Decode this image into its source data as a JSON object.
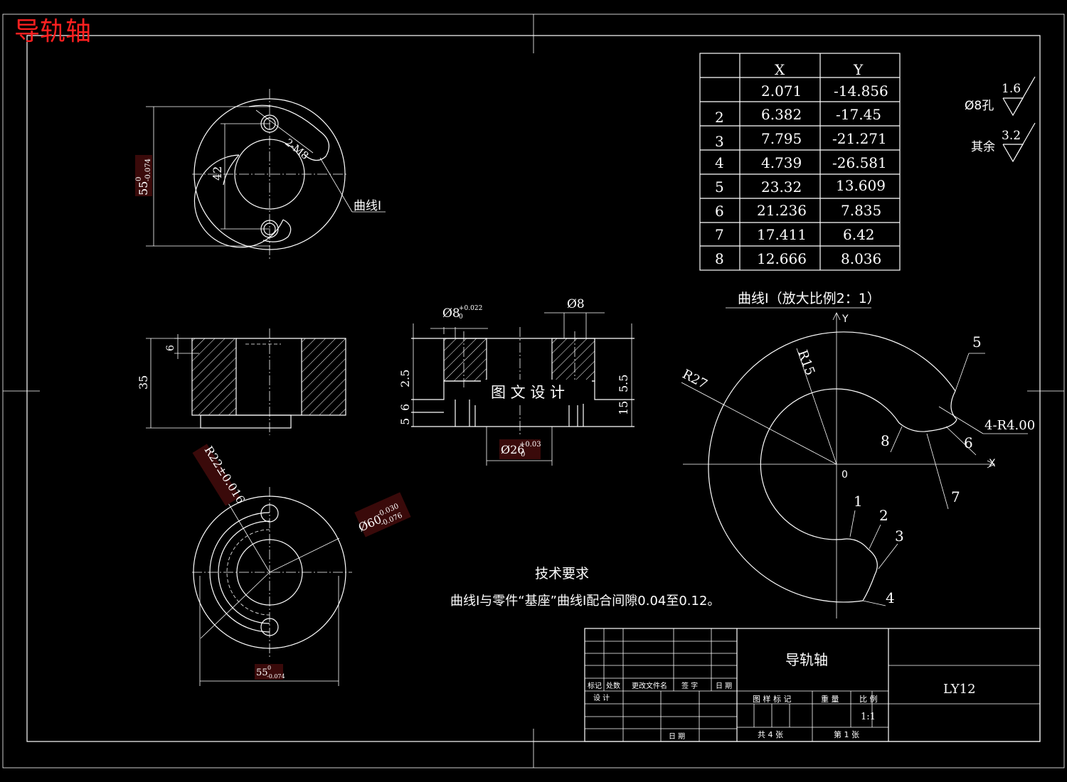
{
  "title": "导轨轴",
  "coord_table": {
    "headers": [
      "X",
      "Y"
    ],
    "rows": [
      {
        "n": "",
        "x": "2.071",
        "y": "-14.856"
      },
      {
        "n": "2",
        "x": "6.382",
        "y": "-17.45"
      },
      {
        "n": "3",
        "x": "7.795",
        "y": "-21.271"
      },
      {
        "n": "4",
        "x": "4.739",
        "y": "-26.581"
      },
      {
        "n": "5",
        "x": "23.32",
        "y": "13.609"
      },
      {
        "n": "6",
        "x": "21.236",
        "y": "7.835"
      },
      {
        "n": "7",
        "x": "17.411",
        "y": "6.42"
      },
      {
        "n": "8",
        "x": "12.666",
        "y": "8.036"
      }
    ]
  },
  "roughness": [
    {
      "label": "Ø8孔",
      "value": "1.6"
    },
    {
      "label": "其余",
      "value": "3.2"
    }
  ],
  "top_view": {
    "dim_width": "55",
    "dim_width_tol_upper": "0",
    "dim_width_tol_lower": "-0.074",
    "dim_hole_spacing": "42",
    "note_holes": "2-M8",
    "curve_label": "曲线I"
  },
  "section_view_left": {
    "dim_height": "35",
    "dim_step": "6"
  },
  "section_view_mid": {
    "dim_hole_left": "Ø8",
    "dim_hole_left_tol_upper": "+0.022",
    "dim_hole_left_tol_lower": "0",
    "dim_hole_right": "Ø8",
    "dim_left_a": "2.5",
    "dim_left_b": "5",
    "dim_left_c": "6",
    "dim_right_a": "5.5",
    "dim_right_b": "15",
    "dim_bore": "Ø26",
    "dim_bore_tol_upper": "+0.03",
    "dim_bore_tol_lower": "0",
    "watermark": "图 文 设 计"
  },
  "bottom_view": {
    "dim_radius": "R22±0.016",
    "dim_diameter": "Ø60",
    "dim_diameter_tol_upper": "-0.030",
    "dim_diameter_tol_lower": "-0.076",
    "dim_width": "55",
    "dim_width_tol_upper": "0",
    "dim_width_tol_lower": "-0.074"
  },
  "curve_detail": {
    "title": "曲线I（放大比例2：1）",
    "axis_y": "Y",
    "axis_x": "X",
    "origin": "0",
    "r_outer": "R27",
    "r_inner": "R15",
    "fillet_note": "4-R4.00",
    "point_labels": [
      "1",
      "2",
      "3",
      "4",
      "5",
      "6",
      "7",
      "8"
    ]
  },
  "tech_req": {
    "title": "技术要求",
    "text": "曲线I与零件“基座”曲线I配合间隙0.04至0.12。"
  },
  "title_block": {
    "part_name": "导轨轴",
    "material": "LY12",
    "rev_headers": [
      "标记",
      "处数",
      "更改文件名",
      "签 字",
      "日 期"
    ],
    "design_label": "设 计",
    "date_label": "日 期",
    "stage_label": "图 样 标 记",
    "weight_label": "重 量",
    "scale_label": "比 例",
    "scale_value": "1:1",
    "sheets_total": "共 4 张",
    "sheet_no": "第 1 张"
  }
}
